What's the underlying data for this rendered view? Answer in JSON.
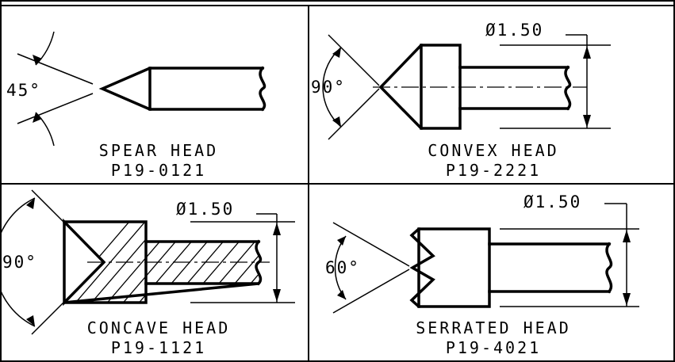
{
  "panels": [
    {
      "name": "SPEAR HEAD",
      "part": "P19-0121",
      "angle": "45°"
    },
    {
      "name": "CONVEX HEAD",
      "part": "P19-2221",
      "angle": "90°",
      "diameter": "Ø1.50"
    },
    {
      "name": "CONCAVE HEAD",
      "part": "P19-1121",
      "angle": "90°",
      "diameter": "Ø1.50"
    },
    {
      "name": "SERRATED HEAD",
      "part": "P19-4021",
      "angle": "60°",
      "diameter": "Ø1.50"
    }
  ]
}
